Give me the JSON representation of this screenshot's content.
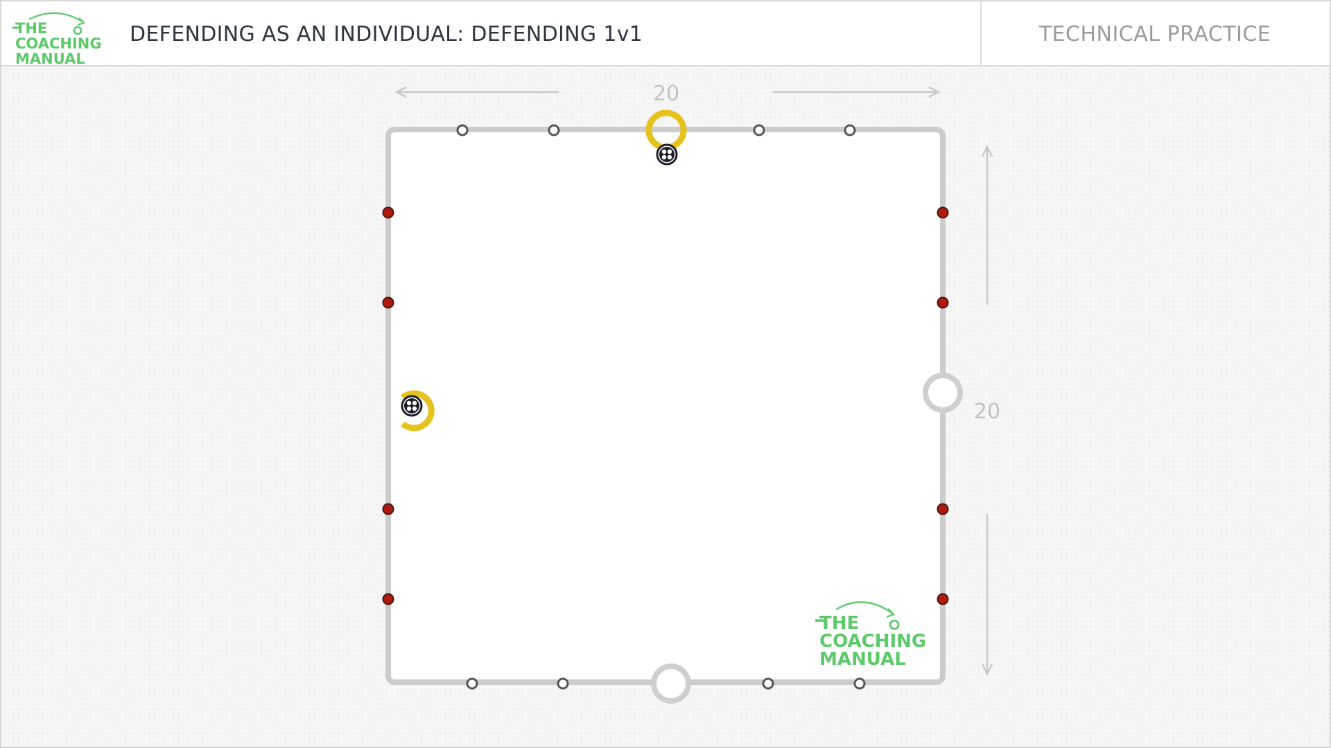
{
  "header": {
    "title": "DEFENDING AS AN INDIVIDUAL: DEFENDING 1v1",
    "category": "TECHNICAL PRACTICE",
    "logo_text": [
      "THE",
      "COACHING",
      "MANUAL"
    ]
  },
  "diagram": {
    "width_label": "20",
    "height_label": "20",
    "watermark_text": [
      "THE",
      "COACHING",
      "MANUAL"
    ]
  },
  "colors": {
    "brand_green": "#5cc96a",
    "pitch_line": "#cccccc",
    "player_yellow": "#e6c21f",
    "cone_red": "#b01a10",
    "cone_white": "#ffffff",
    "marker_gray": "#cfcfcf",
    "text_dark": "#2f3440",
    "text_gray": "#9b9b9b"
  }
}
